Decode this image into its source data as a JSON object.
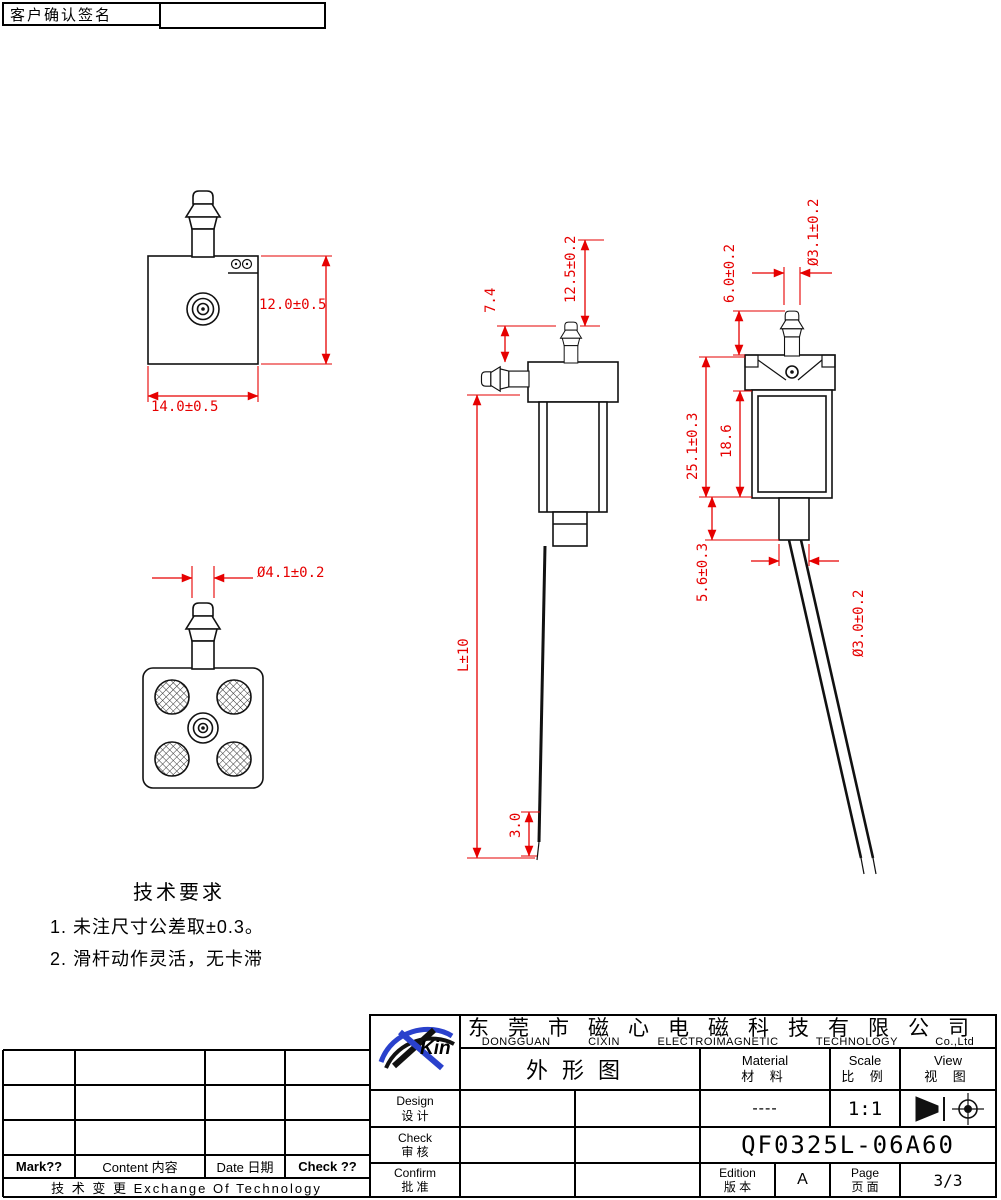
{
  "sign_box": {
    "label": "客户确认签名"
  },
  "dims": {
    "front_height": "12.0±0.5",
    "front_width": "14.0±0.5",
    "bottom_nozzle_dia": "Ø4.1±0.2",
    "side_barb_offset": "7.4",
    "side_top_height": "12.5±0.2",
    "side_lead_length": "L±10",
    "side_tip_strip": "3.0",
    "rear_nozzle_dia": "Ø3.1±0.2",
    "rear_nozzle_height": "6.0±0.2",
    "rear_body_height": "25.1±0.3",
    "rear_coil_height": "18.6",
    "rear_plunger_height": "5.6±0.3",
    "rear_plunger_dia": "Ø3.0±0.2"
  },
  "tech_req": {
    "title": "技术要求",
    "items": [
      "1. 未注尺寸公差取±0.3。",
      "2. 滑杆动作灵活，无卡滞"
    ]
  },
  "title_block": {
    "logo_text": "Kin",
    "company_cn": "东莞市磁心电磁科技有限公司",
    "company_en": "DONGGUAN CIXIN ELECTROIMAGNETIC TECHNOLOGY Co.,Ltd",
    "drawing_title": "外形图",
    "material_en": "Material",
    "material_cn": "材 料",
    "material_value": "----",
    "scale_en": "Scale",
    "scale_cn": "比 例",
    "scale_value": "1:1",
    "view_en": "View",
    "view_cn": "视 图",
    "design_en": "Design",
    "design_cn": "设 计",
    "check_en": "Check",
    "check_cn": "审 核",
    "confirm_en": "Confirm",
    "confirm_cn": "批 准",
    "part_number": "QF0325L-06A60",
    "edition_en": "Edition",
    "edition_cn": "版 本",
    "edition_value": "A",
    "page_en": "Page",
    "page_cn": "页 面",
    "page_value": "3/3"
  },
  "revision_table": {
    "mark_label": "Mark??",
    "content_label": "Content 内容",
    "date_label": "Date 日期",
    "check_label": "Check ??",
    "bottom_label": "技 术 变 更   Exchange Of Technology"
  }
}
